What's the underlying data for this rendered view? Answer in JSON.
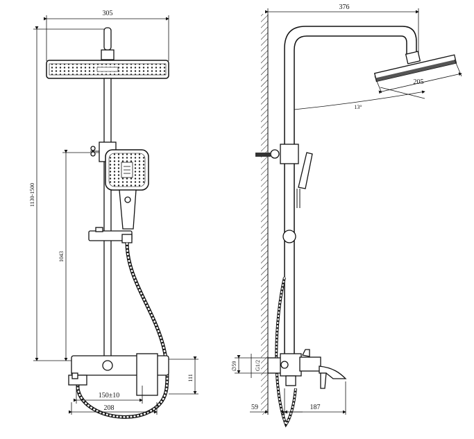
{
  "front_view": {
    "width_top": "305",
    "total_height": "1130-1500",
    "handshower_height": "1043",
    "mixer_height": "111",
    "center_distance": "150±10",
    "mixer_width": "208"
  },
  "side_view": {
    "projection": "376",
    "head_diameter": "205",
    "angle": "13°",
    "inlet_diameter": "∅59",
    "thread": "G1/2",
    "wall_offset": "59",
    "spout_length": "187"
  }
}
